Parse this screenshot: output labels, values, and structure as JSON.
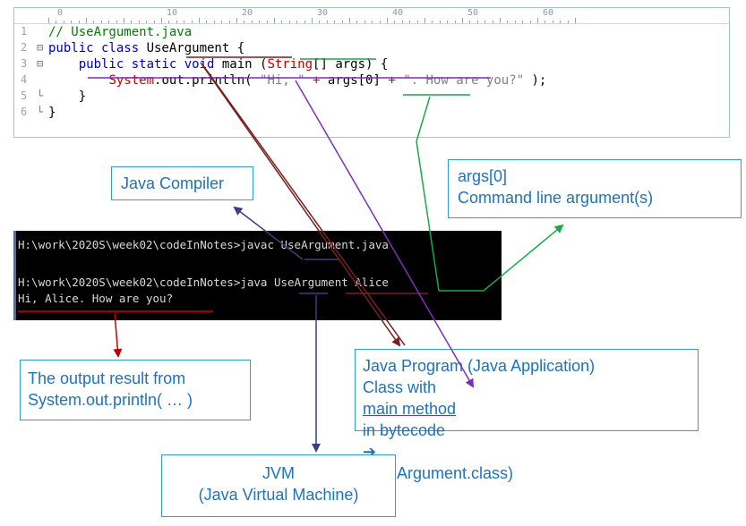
{
  "ruler": {
    "marks": [
      "0",
      "10",
      "20",
      "30",
      "40",
      "50",
      "60"
    ]
  },
  "editor": {
    "line_numbers": [
      "1",
      "2",
      "3",
      "4",
      "5",
      "6"
    ],
    "fold_markers": [
      "⊟",
      "⊟",
      "└",
      "└"
    ],
    "code": {
      "l1": "// UseArgument.java",
      "l2_kw": "public class ",
      "l2_name": "UseArgument",
      "l2_end": " {",
      "l3_indent": "    ",
      "l3_kw": "public static void",
      "l3_mid": " main (",
      "l3_type": "String",
      "l3_end": "[] args) {",
      "l4_indent": "        ",
      "l4_sys": "System",
      "l4_mid": ".out.println(",
      "l4_s1": " \"Hi, \"",
      "l4_plus1": " + ",
      "l4_args": "args[0]",
      "l4_plus2": " + ",
      "l4_s2": "\". How are you?\"",
      "l4_end": " );",
      "l5": "    }",
      "l6": "}"
    }
  },
  "console": {
    "line1": "H:\\work\\2020S\\week02\\codeInNotes>javac UseArgument.java",
    "line2": "H:\\work\\2020S\\week02\\codeInNotes>java UseArgument Alice",
    "line3": "Hi, Alice. How are you?"
  },
  "callouts": {
    "compiler": "Java Compiler",
    "args": {
      "line1": "args[0]",
      "line2": "Command line argument(s)"
    },
    "output": {
      "line1": "The output result from",
      "line2": "System.out.println( … )"
    },
    "program": {
      "line1": "Java Program (Java Application)",
      "line2_pre": "Class with ",
      "line2_u": "main method",
      "line2_post": " in bytecode",
      "line3_arrow": "➔",
      "line3": " (UseArgument.class)"
    },
    "jvm": {
      "line1": "JVM",
      "line2": "(Java Virtual Machine)"
    }
  },
  "colors": {
    "callout_text": "#1e73be",
    "callout_border": "#31a0c8",
    "purple": "#7b2fbf",
    "green": "#1aa84a",
    "red": "#d40000",
    "brown": "#7a1f1f",
    "navy": "#3b3f7a"
  }
}
